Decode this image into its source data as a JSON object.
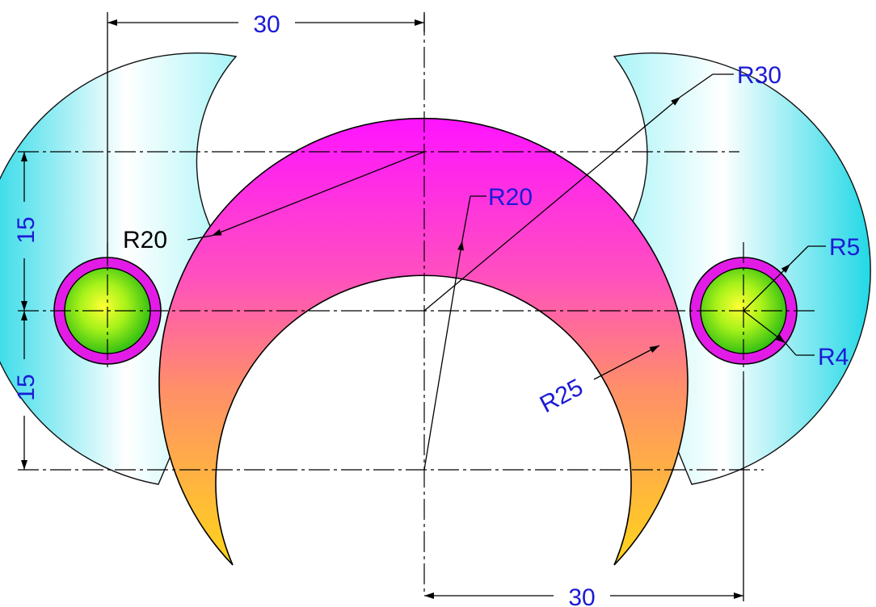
{
  "drawing": {
    "colors": {
      "dimension_text": "#1a1ad6",
      "black_label": "#000000",
      "horn_fill_light": "#ffffff",
      "horn_fill_dark": "#22d8e6",
      "arc_top": "#ff14ff",
      "arc_mid": "#ff6a9a",
      "arc_bottom": "#ffd51a",
      "ring": "#e21ce6",
      "ball_center": "#ffff33",
      "ball_edge": "#22b812"
    },
    "dimensions": {
      "top_width": "30",
      "bottom_width": "30",
      "left_upper": "15",
      "left_lower": "15"
    },
    "radii": {
      "r30": "R30",
      "r20_center": "R20",
      "r20_left": "R20",
      "r25": "R25",
      "r5": "R5",
      "r4": "R4"
    }
  }
}
